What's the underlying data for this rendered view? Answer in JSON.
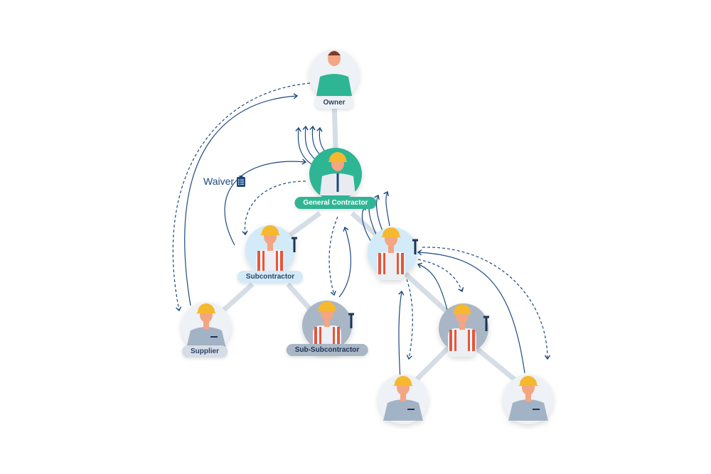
{
  "nodes": {
    "owner": "Owner",
    "general_contractor": "General Contractor",
    "subcontractor": "Subcontractor",
    "supplier": "Supplier",
    "sub_subcontractor": "Sub-Subcontractor"
  },
  "waiver": {
    "label": "Waiver",
    "icon": "clipboard-icon"
  },
  "colors": {
    "arrow": "#1d4a80",
    "connector": "#d5dde6",
    "teal": "#2fb594",
    "vest": "#e8543a",
    "helmet": "#f5b82e"
  }
}
